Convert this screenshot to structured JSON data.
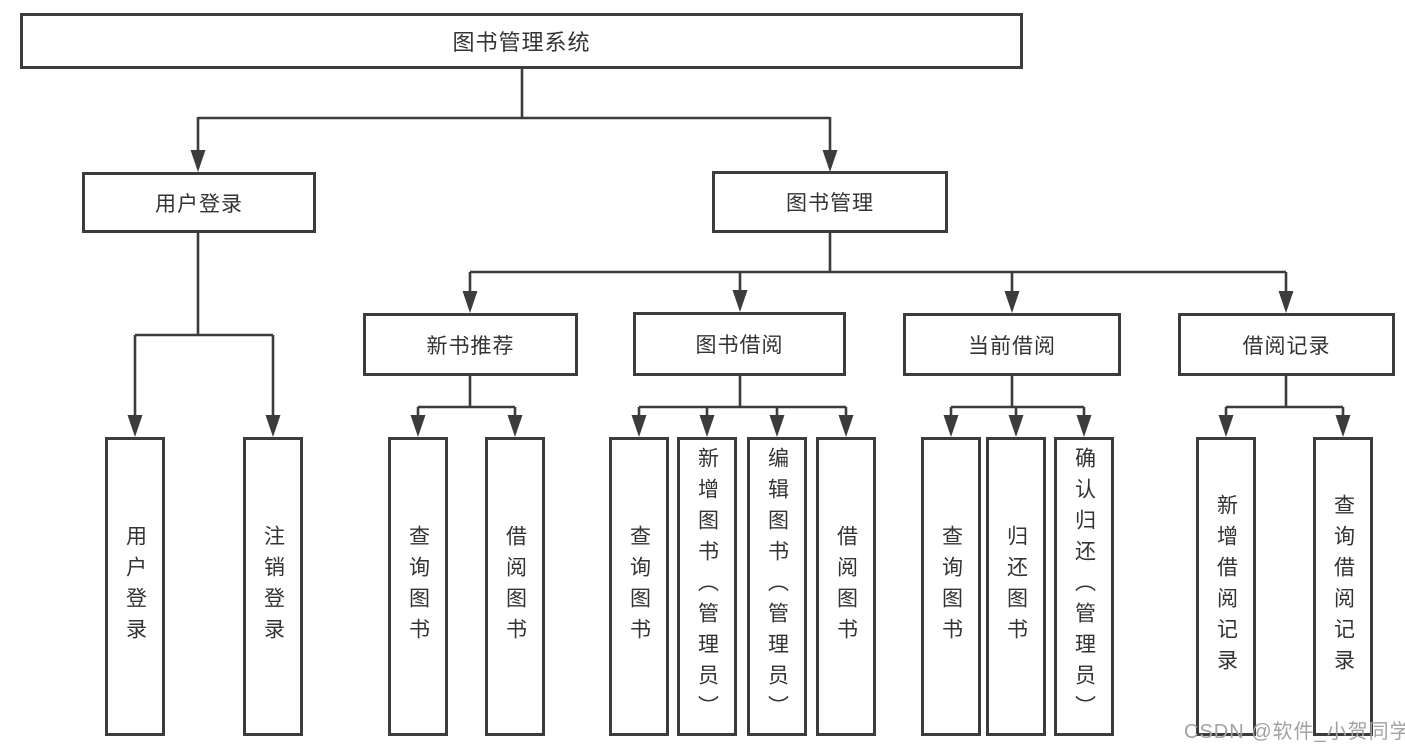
{
  "diagram": {
    "root": {
      "label": "图书管理系统"
    },
    "branches": {
      "user_login": {
        "label": "用户登录"
      },
      "book_management": {
        "label": "图书管理"
      }
    },
    "modules": {
      "new_book_recommendation": {
        "label": "新书推荐"
      },
      "book_borrowing": {
        "label": "图书借阅"
      },
      "current_borrowing": {
        "label": "当前借阅"
      },
      "borrowing_records": {
        "label": "借阅记录"
      }
    },
    "functions": {
      "login_user_login": {
        "label": "用户登录"
      },
      "login_logout": {
        "label": "注销登录"
      },
      "recommend_query_books": {
        "label": "查询图书"
      },
      "recommend_borrow_books": {
        "label": "借阅图书"
      },
      "borrowing_query_books": {
        "label": "查询图书"
      },
      "borrowing_add_books_admin": {
        "label": "新增图书（管理员）"
      },
      "borrowing_edit_books_admin": {
        "label": "编辑图书（管理员）"
      },
      "borrowing_borrow_books": {
        "label": "借阅图书"
      },
      "current_query_books": {
        "label": "查询图书"
      },
      "current_return_books": {
        "label": "归还图书"
      },
      "current_confirm_return_admin": {
        "label": "确认归还（管理员）"
      },
      "records_add_record": {
        "label": "新增借阅记录"
      },
      "records_query_record": {
        "label": "查询借阅记录"
      }
    },
    "watermark": {
      "label": "CSDN @软件_小贺同学"
    },
    "colors": {
      "line": "#3c3c3c",
      "text": "#333333",
      "background": "#ffffff",
      "watermark": "#a2a2a2"
    }
  }
}
